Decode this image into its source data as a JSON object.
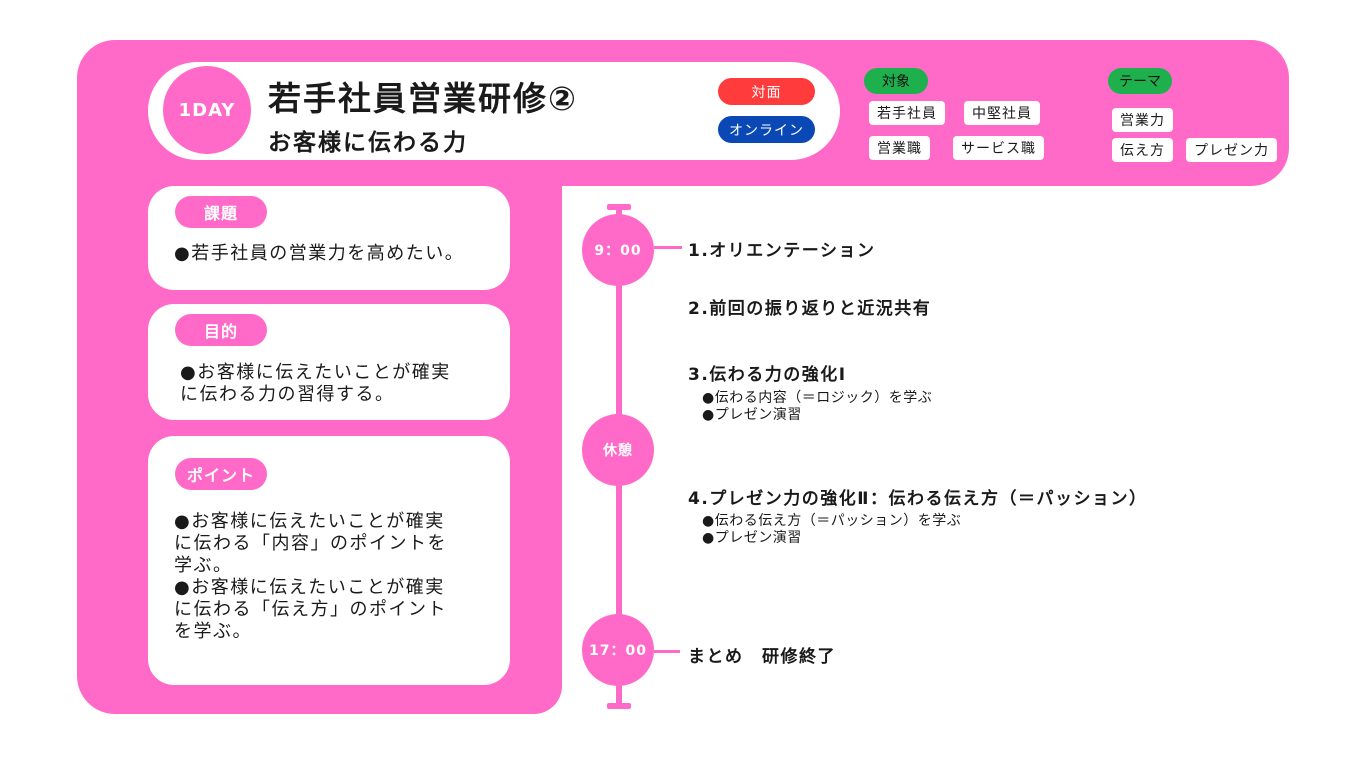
{
  "header": {
    "badge": "1DAY",
    "title": "若手社員営業研修②",
    "subtitle": "お客様に伝わる力",
    "formats": [
      {
        "label": "対面",
        "color": "#ff3b3b"
      },
      {
        "label": "オンライン",
        "color": "#0a49b5"
      }
    ]
  },
  "audience": {
    "label": "対象",
    "tags": [
      "若手社員",
      "中堅社員",
      "営業職",
      "サービス職"
    ]
  },
  "theme": {
    "label": "テーマ",
    "tags": [
      "営業力",
      "伝え方",
      "プレゼン力"
    ]
  },
  "cards": {
    "issue": {
      "label": "課題",
      "text": [
        "●若手社員の営業力を高めたい。"
      ]
    },
    "purpose": {
      "label": "目的",
      "text": [
        "●お客様に伝えたいことが確実",
        "に伝わる力の習得する。"
      ]
    },
    "points": {
      "label": "ポイント",
      "text": [
        "●お客様に伝えたいことが確実",
        "に伝わる「内容」のポイントを",
        "学ぶ。",
        "●お客様に伝えたいことが確実",
        "に伝わる「伝え方」のポイント",
        "を学ぶ。"
      ]
    }
  },
  "timeline": {
    "nodes": [
      "9：00",
      "休憩",
      "17：00"
    ],
    "items": [
      {
        "title": "1.オリエンテーション",
        "subs": []
      },
      {
        "title": "2.前回の振り返りと近況共有",
        "subs": []
      },
      {
        "title": "3.伝わる力の強化Ⅰ",
        "subs": [
          "●伝わる内容（＝ロジック）を学ぶ",
          "●プレゼン演習"
        ]
      },
      {
        "title": "4.プレゼン力の強化Ⅱ：伝わる伝え方（＝パッション）",
        "subs": [
          "●伝わる伝え方（＝パッション）を学ぶ",
          "●プレゼン演習"
        ]
      },
      {
        "title": "まとめ　研修終了",
        "subs": []
      }
    ]
  },
  "colors": {
    "pink": "#ff6ac9",
    "green": "#1fb04e",
    "red": "#ff3b3b",
    "blue": "#0a49b5"
  }
}
